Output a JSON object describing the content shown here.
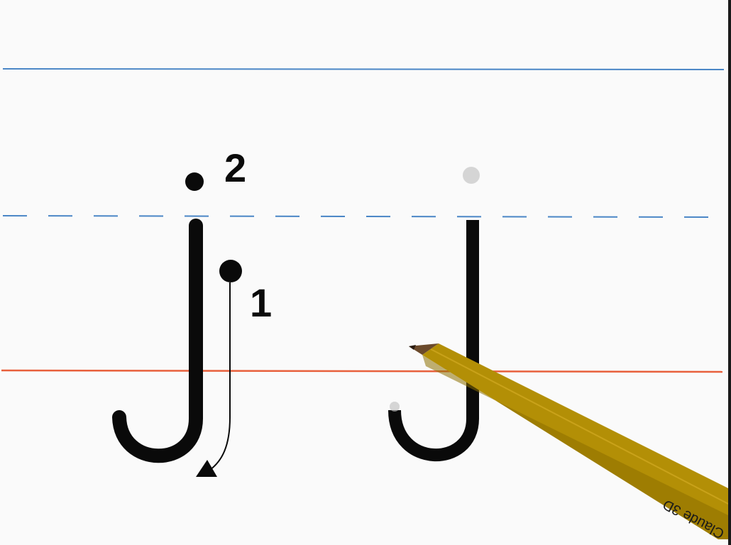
{
  "worksheet": {
    "letter": "j",
    "stroke_numbers": [
      "1",
      "2"
    ],
    "pencil_label": "Claude 3D",
    "colors": {
      "top_line": "#4a86c6",
      "mid_dashed_line": "#4a86c6",
      "base_line": "#e8603c",
      "ink": "#0a0a0a",
      "pencil_body": "#b38f06",
      "pencil_shade": "#8c6f00",
      "pencil_tip": "#6b4a2b"
    }
  }
}
